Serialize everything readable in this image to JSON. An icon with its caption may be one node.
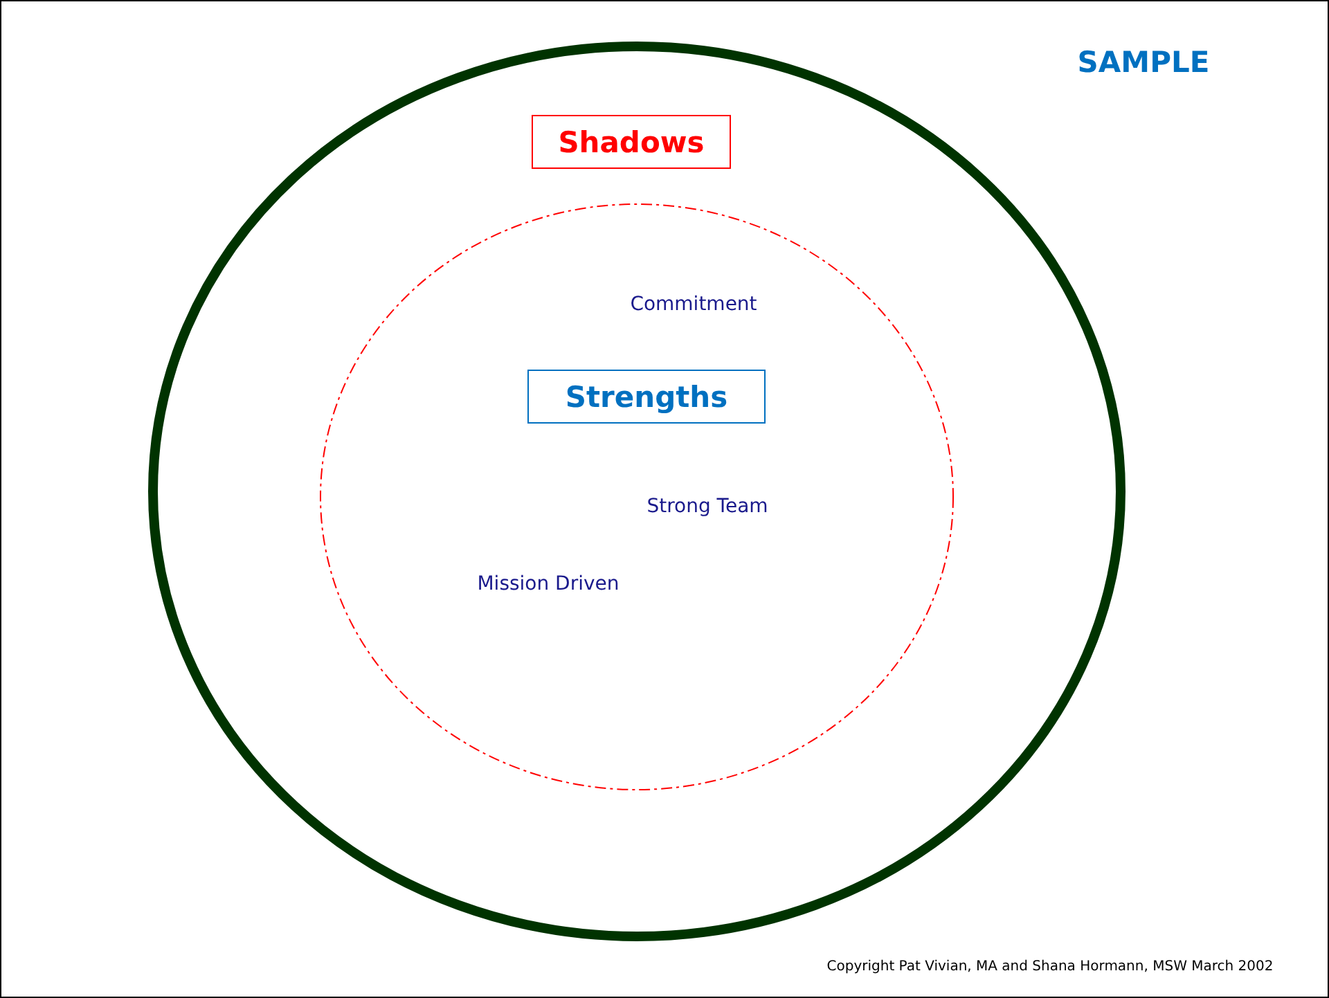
{
  "diagram": {
    "nodes": [
      {
        "text": [],
        "shape": "circle"
      },
      {
        "text": [
          "Shadows"
        ],
        "in": 0
      },
      {
        "text": [],
        "shape": "circle",
        "in": 0
      },
      {
        "text": [
          "Strengths"
        ],
        "in": 2
      }
    ],
    "labels": [
      "SAMPLE",
      "Commitment",
      "Strong Team",
      "Mission Driven",
      "Copyright Pat Vivian, MA and Shana Hormann, MSW March 2002"
    ]
  }
}
